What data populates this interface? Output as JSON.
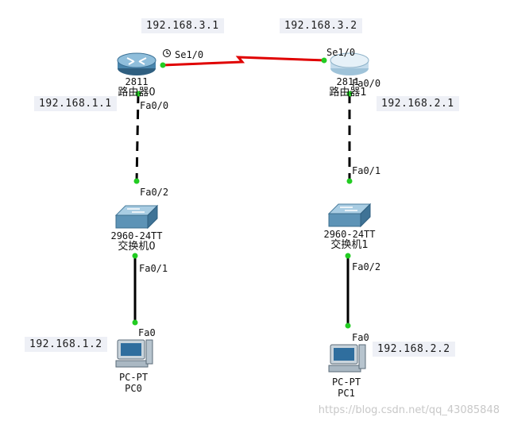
{
  "ips": {
    "r0_se": "192.168.3.1",
    "r1_se": "192.168.3.2",
    "r0_fa": "192.168.1.1",
    "r1_fa": "192.168.2.1",
    "pc0": "192.168.1.2",
    "pc1": "192.168.2.2"
  },
  "devices": {
    "router0": {
      "model": "2811",
      "name": "路由器0"
    },
    "router1": {
      "model": "2811",
      "name": "路由器1"
    },
    "switch0": {
      "model": "2960-24TT",
      "name": "交换机0"
    },
    "switch1": {
      "model": "2960-24TT",
      "name": "交换机1"
    },
    "pc0": {
      "model": "PC-PT",
      "name": "PC0"
    },
    "pc1": {
      "model": "PC-PT",
      "name": "PC1"
    }
  },
  "ports": {
    "r0_se": "Se1/0",
    "r1_se": "Se1/0",
    "r0_fa": "Fa0/0",
    "r1_fa": "Fa0/0",
    "sw0_up": "Fa0/2",
    "sw1_up": "Fa0/1",
    "sw0_down": "Fa0/1",
    "sw1_down": "Fa0/2",
    "pc0": "Fa0",
    "pc1": "Fa0"
  },
  "colors": {
    "serial_link": "#e00000",
    "port_dot": "#22cc22"
  },
  "watermark": "https://blog.csdn.net/qq_43085848"
}
